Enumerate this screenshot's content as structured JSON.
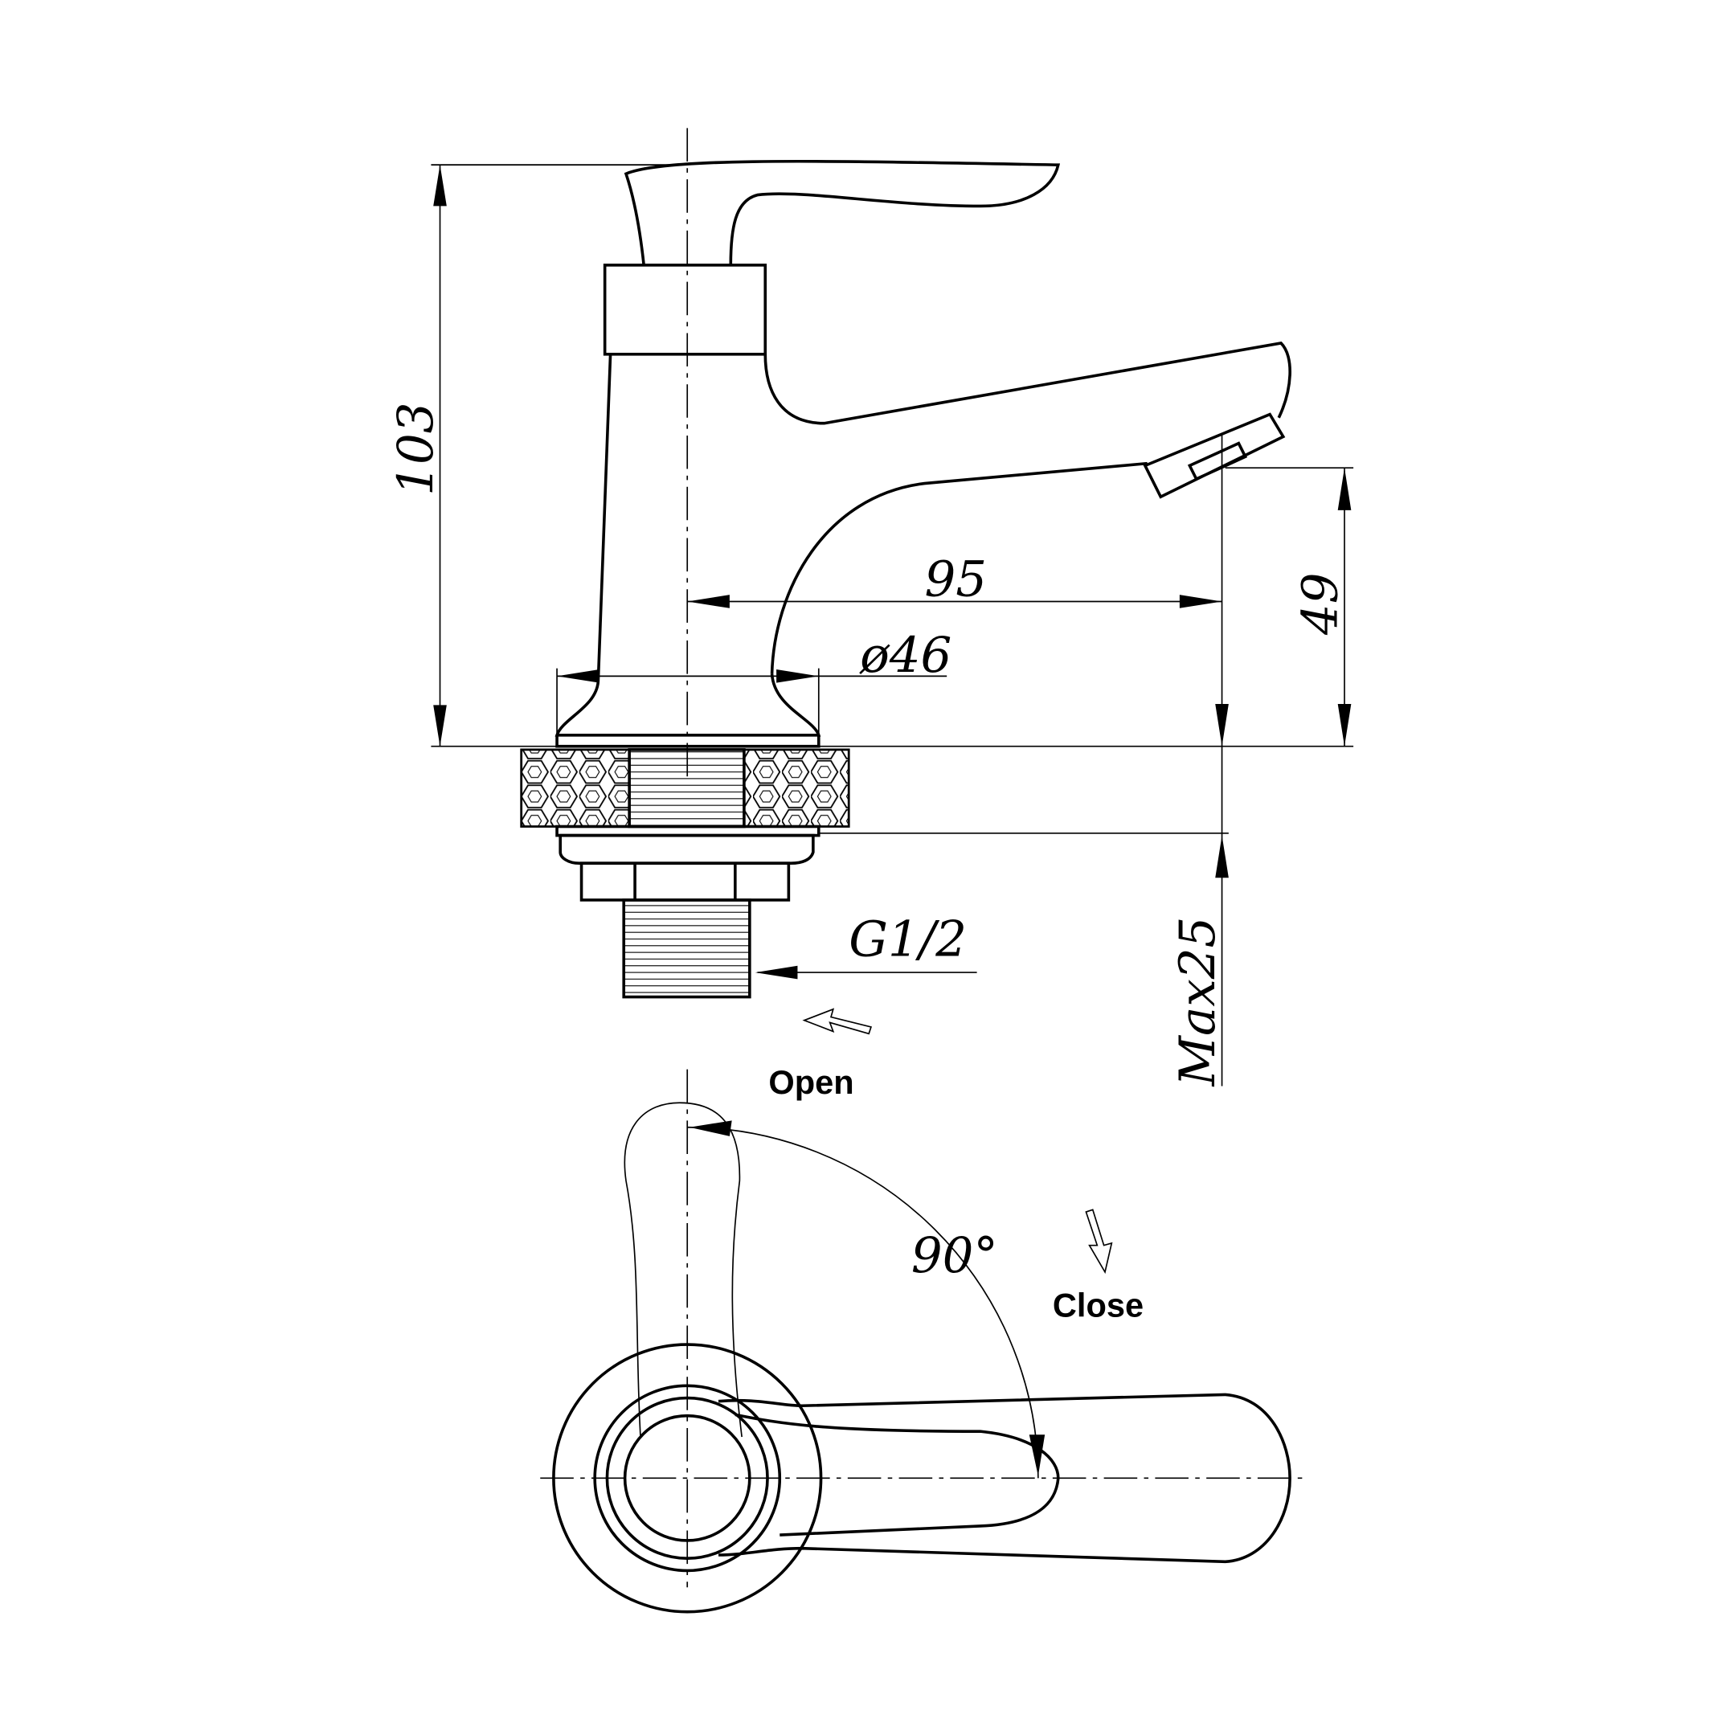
{
  "dimensions": {
    "height_total": "103",
    "spout_reach": "95",
    "base_diameter": "ø46",
    "spout_height": "49",
    "max_thickness": "Max25",
    "thread": "G1/2",
    "rotation_angle": "90°"
  },
  "labels": {
    "open": "Open",
    "close": "Close"
  }
}
